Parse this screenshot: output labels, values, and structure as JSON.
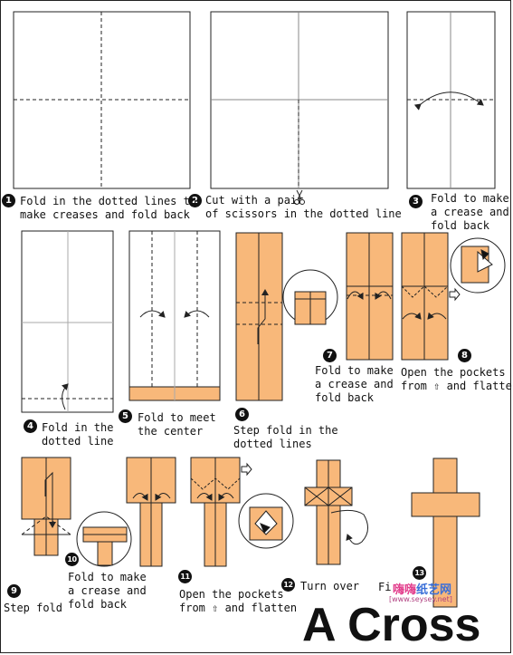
{
  "title": "A Cross",
  "watermark": {
    "text_pink": "嗨嗨",
    "text_blue": "纸艺网",
    "url": "[www.seysey.net]"
  },
  "colors": {
    "paper": "#f8b87a",
    "line": "#222222",
    "dash": "#555555",
    "badge": "#111111"
  },
  "steps": [
    {
      "number": "1",
      "lines": [
        "Fold in the dotted lines to",
        "make creases and fold back"
      ]
    },
    {
      "number": "2",
      "lines": [
        "Cut with a pair",
        "of scissors in the dotted line"
      ],
      "icon": "scissors-icon"
    },
    {
      "number": "3",
      "lines": [
        "Fold to make",
        "a crease and",
        "fold back"
      ]
    },
    {
      "number": "4",
      "lines": [
        "Fold in the",
        "dotted line"
      ]
    },
    {
      "number": "5",
      "lines": [
        "Fold to meet",
        "the center"
      ]
    },
    {
      "number": "6",
      "lines": [
        "Step fold in the",
        "dotted lines"
      ]
    },
    {
      "number": "7",
      "lines": [
        "Fold to make",
        "a crease and",
        "fold back"
      ]
    },
    {
      "number": "8",
      "lines": [
        "Open the pockets",
        "from ⇧ and flatten"
      ]
    },
    {
      "number": "9",
      "lines": [
        "Step fold"
      ]
    },
    {
      "number": "10",
      "lines": [
        "Fold to make",
        "a crease and",
        "fold back"
      ]
    },
    {
      "number": "11",
      "lines": [
        "Open the pockets",
        "from ⇧ and flatten"
      ]
    },
    {
      "number": "12",
      "lines": [
        "Turn over"
      ]
    },
    {
      "number": "13",
      "lines": [
        "Fi"
      ]
    }
  ]
}
